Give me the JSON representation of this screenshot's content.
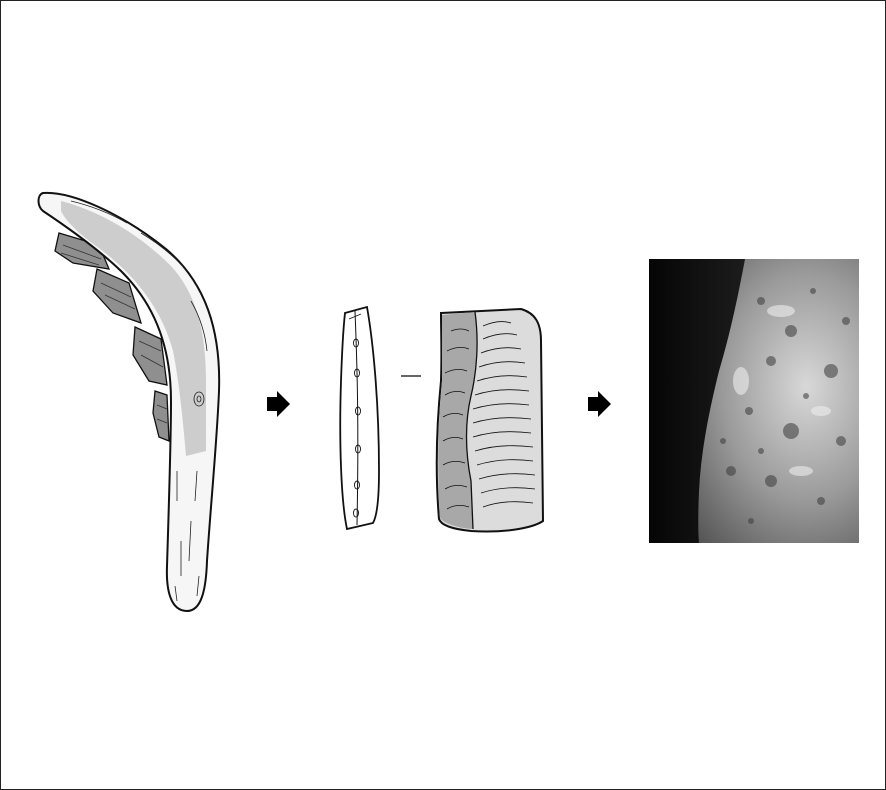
{
  "figure": {
    "panels": [
      {
        "id": "hafted-tool",
        "icon": "sickle-drawing"
      },
      {
        "id": "blade-side",
        "icon": "blade-profile-drawing"
      },
      {
        "id": "blade-face",
        "icon": "blade-face-drawing"
      },
      {
        "id": "micrograph",
        "icon": "use-wear-micrograph"
      }
    ],
    "connectors": [
      {
        "icon": "arrow-right-icon"
      },
      {
        "icon": "dash-separator"
      },
      {
        "icon": "arrow-right-icon"
      }
    ],
    "colors": {
      "ink": "#111111",
      "shading": "#c9c9c9",
      "blade_shading": "#a8a8a8",
      "background": "#ffffff"
    }
  }
}
